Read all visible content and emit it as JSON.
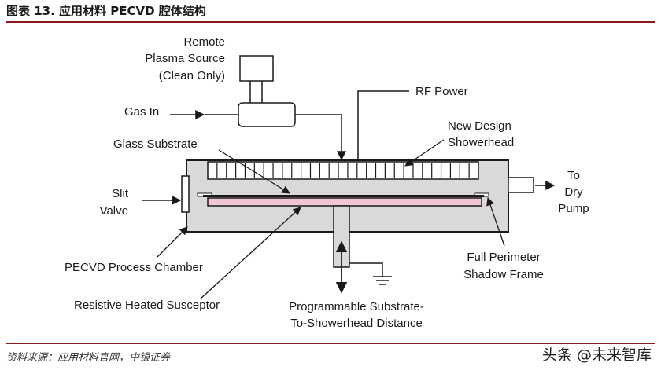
{
  "title": "图表 13. 应用材料 PECVD 腔体结构",
  "source": "资料来源：应用材料官网，中银证券",
  "watermark": "头条 @未来智库",
  "colors": {
    "rule": "#8b1a1a",
    "chamber_fill": "#d9d9d9",
    "susceptor_fill": "#f2c6d6"
  },
  "labels": {
    "remote_plasma": [
      "Remote",
      "Plasma Source",
      "(Clean Only)"
    ],
    "gas_in": "Gas In",
    "rf_power": "RF Power",
    "showerhead": [
      "New Design",
      "Showerhead"
    ],
    "glass_substrate": "Glass Substrate",
    "slit_valve": [
      "Slit",
      "Valve"
    ],
    "to_dry_pump": [
      "To",
      "Dry",
      "Pump"
    ],
    "chamber": "PECVD Process Chamber",
    "shadow_frame": [
      "Full Perimeter",
      "Shadow Frame"
    ],
    "susceptor": "Resistive Heated Susceptor",
    "distance": [
      "Programmable Substrate-",
      "To-Showerhead Distance"
    ]
  }
}
